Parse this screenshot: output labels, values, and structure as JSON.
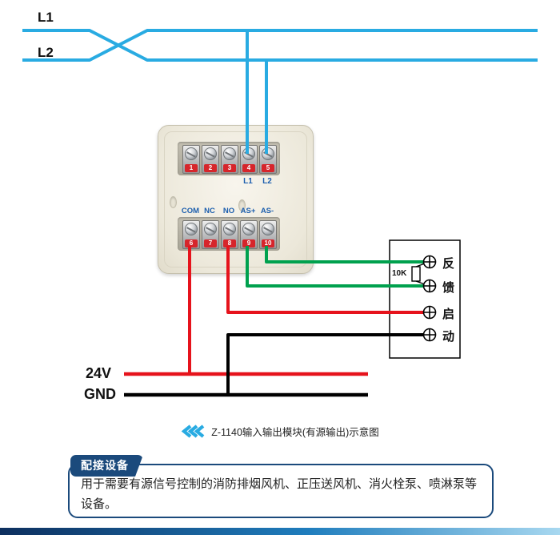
{
  "colors": {
    "cyan": "#29abe2",
    "red": "#e6131c",
    "green": "#00a14e",
    "black": "#000000",
    "navy": "#1b4a7c"
  },
  "bus": {
    "l1_label": "L1",
    "l2_label": "L2"
  },
  "module": {
    "top_terminals": [
      "1",
      "2",
      "3",
      "4",
      "5"
    ],
    "top_terminal_labels": [
      "L1",
      "L2"
    ],
    "bottom_terminal_labels": [
      "COM",
      "NC",
      "NO",
      "AS+",
      "AS-"
    ],
    "bottom_terminals": [
      "6",
      "7",
      "8",
      "9",
      "10"
    ]
  },
  "device_box": {
    "resistor": "10K",
    "terminal_labels": [
      "反",
      "馈",
      "启",
      "动"
    ]
  },
  "power": {
    "v24": "24V",
    "gnd": "GND"
  },
  "caption": "Z-1140输入输出模块(有源输出)示意图",
  "panel": {
    "badge": "配接设备",
    "text": "用于需要有源信号控制的消防排烟风机、正压送风机、消火栓泵、喷淋泵等设备。"
  }
}
